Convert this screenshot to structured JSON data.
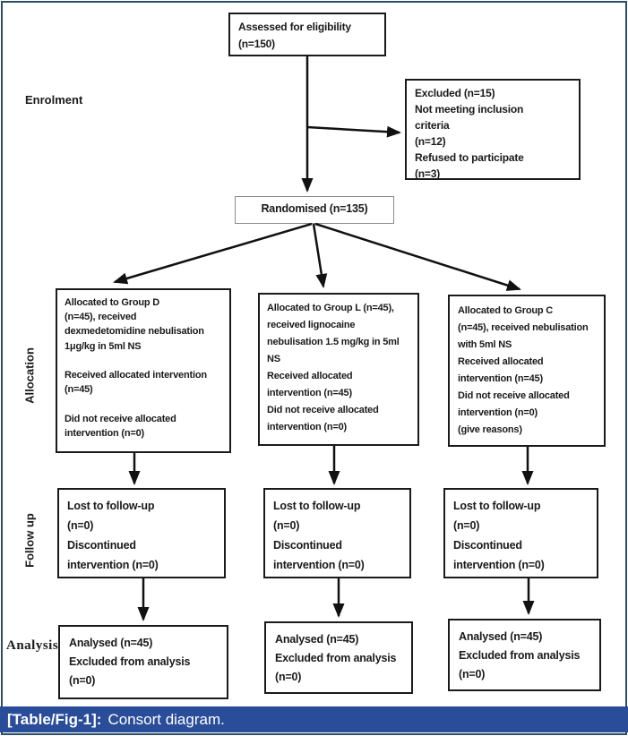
{
  "colors": {
    "caption_bar_bg": "#2a4d9a",
    "frame_border": "#2e4d62",
    "box_border": "#1a1a1a",
    "arrow": "#111111",
    "text": "#1a1a1a",
    "caption_text": "#ffffff"
  },
  "caption": {
    "label": "[Table/Fig-1]:",
    "text": "Consort diagram."
  },
  "side_labels": {
    "enrolment": "Enrolment",
    "allocation": "Allocation",
    "followup": "Follow up",
    "analysis": "Analysis"
  },
  "nodes": {
    "assessed": "Assessed for eligibility\n(n=150)",
    "excluded": "Excluded (n=15)\nNot meeting inclusion\ncriteria\n(n=12)\nRefused to participate\n(n=3)",
    "randomised": "Randomised (n=135)",
    "group_d": "Allocated to Group D\n(n=45), received\ndexmedetomidine nebulisation\n1μg/kg in 5ml NS\n\nReceived allocated intervention\n(n=45)\n\nDid not receive allocated\nintervention (n=0)",
    "group_l": "Allocated to Group L (n=45),\nreceived lignocaine\nnebulisation 1.5 mg/kg in 5ml\nNS\nReceived allocated\nintervention (n=45)\nDid not receive allocated\nintervention (n=0)",
    "group_c": "Allocated to Group C\n(n=45), received nebulisation\nwith 5ml NS\nReceived allocated\nintervention (n=45)\nDid not receive allocated\nintervention (n=0)\n(give reasons)",
    "followup_d": "Lost to follow-up\n(n=0)\nDiscontinued\nintervention (n=0)",
    "followup_l": "Lost to follow-up\n(n=0)\nDiscontinued\nintervention (n=0)",
    "followup_c": "Lost to follow-up\n(n=0)\nDiscontinued\nintervention (n=0)",
    "analysed_d": "Analysed (n=45)\nExcluded from analysis\n(n=0)",
    "analysed_l": "Analysed (n=45)\nExcluded from analysis\n(n=0)",
    "analysed_c": "Analysed (n=45)\nExcluded from analysis\n(n=0)"
  }
}
